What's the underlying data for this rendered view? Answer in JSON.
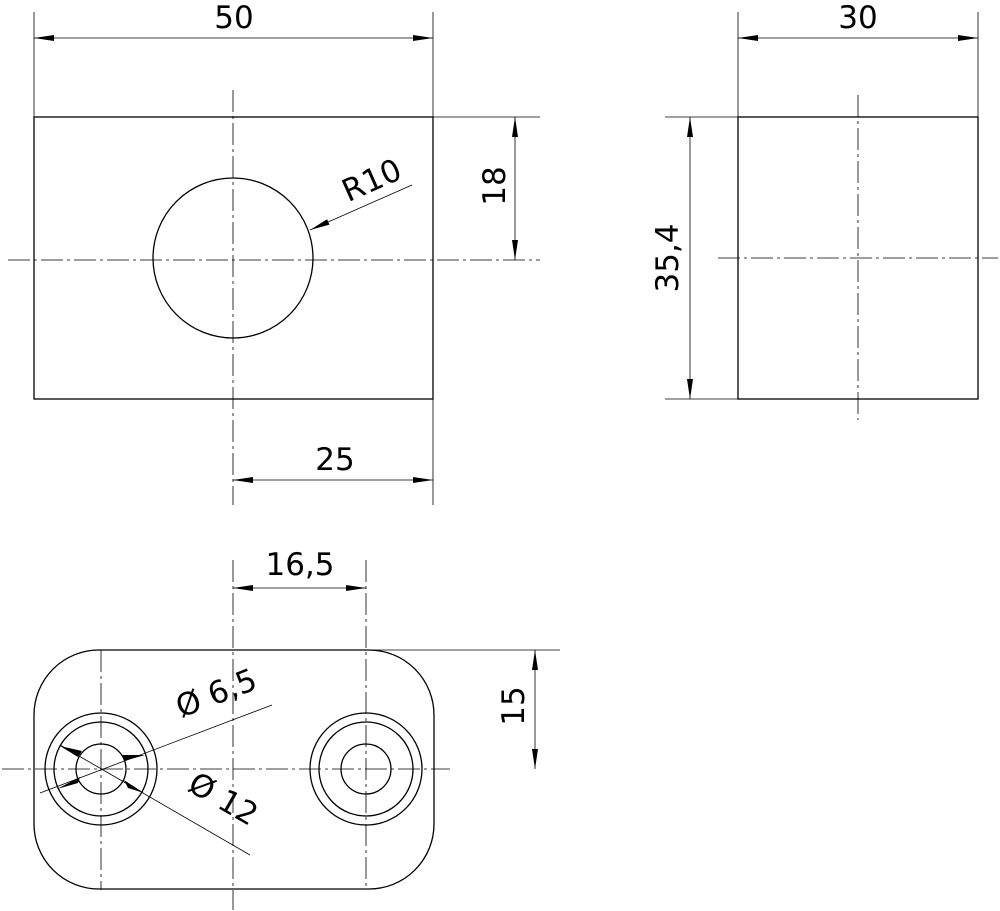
{
  "drawing": {
    "front_view": {
      "width": "50",
      "half_width": "25",
      "hole_radius": "R10",
      "hole_height": "18"
    },
    "side_view": {
      "width": "30",
      "height": "35,4"
    },
    "bottom_view": {
      "hole_spacing": "16,5",
      "hole_height": "15",
      "inner_diameter": "Ø 6,5",
      "outer_diameter": "Ø 12"
    },
    "line_color": "#000000"
  }
}
